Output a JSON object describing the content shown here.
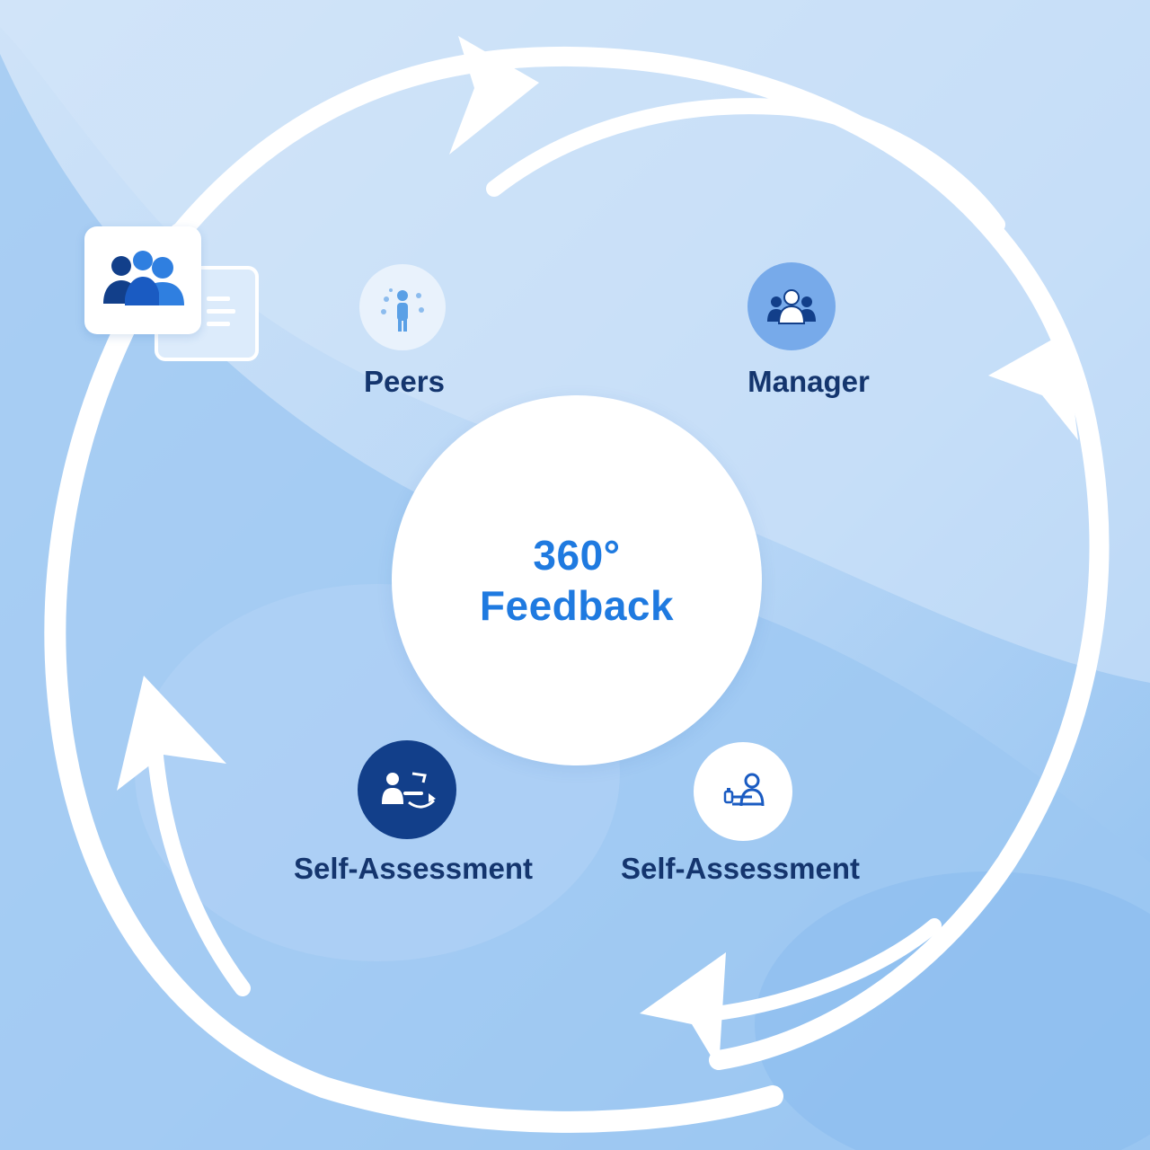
{
  "center": {
    "line1": "360°",
    "line2": "Feedback"
  },
  "nodes": [
    {
      "label": "Peers",
      "icon": "peers-icon"
    },
    {
      "label": "Manager",
      "icon": "manager-icon"
    },
    {
      "label": "Self-Assessment",
      "icon": "self-assessment-icon"
    },
    {
      "label": "Self-Assessment",
      "icon": "self-assessment-icon"
    }
  ],
  "decor": {
    "card_icon": "people-group-icon",
    "chat_icon": "chat-bubble-icon"
  },
  "colors": {
    "background_light": "#c3dcf7",
    "background_mid": "#a9cdf3",
    "background_deep": "#8ebff0",
    "arrow": "#ffffff",
    "center_text": "#1f7ae0",
    "label_text": "#14356e",
    "icon_dark": "#123f8a",
    "icon_mid": "#2f7fe0",
    "icon_light": "#e9f2fc"
  }
}
